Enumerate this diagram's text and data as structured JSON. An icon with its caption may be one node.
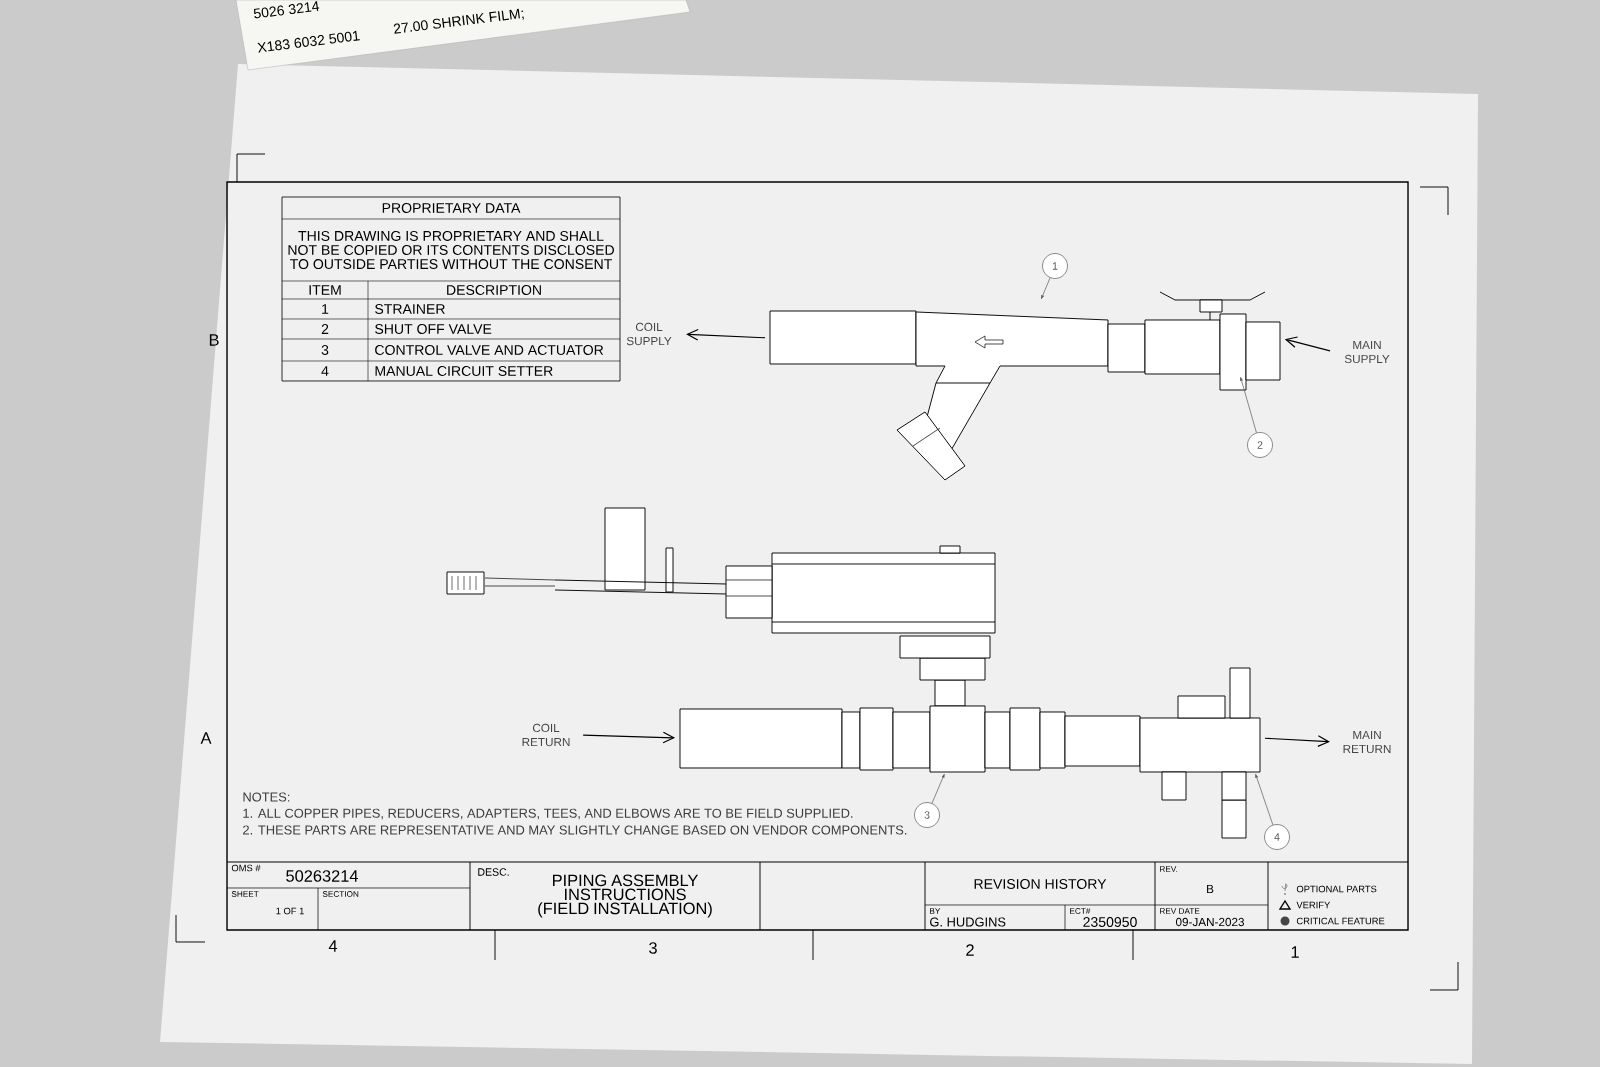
{
  "diagram": {
    "nodes": [
      {
        "text": [
          "COIL SUPPLY"
        ]
      },
      {
        "text": [],
        "shape": "picture"
      },
      {
        "text": [
          "MAIN SUPPLY"
        ]
      },
      {
        "text": [
          "COIL RETURN"
        ]
      },
      {
        "text": [],
        "shape": "picture"
      },
      {
        "text": [
          "MAIN RETURN"
        ]
      },
      {
        "text": [
          "1"
        ]
      },
      {
        "text": [
          "2"
        ]
      },
      {
        "text": [
          "3"
        ]
      },
      {
        "text": [
          "4"
        ]
      }
    ],
    "edges": [
      {
        "from": 1,
        "to": 0,
        "arrow": "to"
      },
      {
        "from": 2,
        "to": 1,
        "arrow": "to"
      },
      {
        "from": 3,
        "to": 4,
        "arrow": "to"
      },
      {
        "from": 4,
        "to": 5,
        "arrow": "to"
      },
      {
        "from": 6,
        "to": 1,
        "arrow": "to"
      },
      {
        "from": 7,
        "to": 1,
        "arrow": "to"
      },
      {
        "from": 8,
        "to": 4,
        "arrow": "to"
      },
      {
        "from": 9,
        "to": 4,
        "arrow": "to"
      }
    ],
    "labels": [
      "5026 3214",
      "27.00 SHRINK FILM;",
      "X183 6032 5001",
      "PROPRIETARY DATA",
      "THIS DRAWING IS PROPRIETARY AND SHALL NOT BE COPIED OR ITS CONTENTS DISCLOSED TO OUTSIDE PARTIES WITHOUT THE CONSENT",
      "ITEM",
      "DESCRIPTION",
      "1",
      "STRAINER",
      "2",
      "SHUT OFF VALVE",
      "3",
      "CONTROL VALVE AND ACTUATOR",
      "4",
      "MANUAL CIRCUIT SETTER",
      "B",
      "A",
      "NOTES:",
      "1. ALL COPPER PIPES, REDUCERS, ADAPTERS, TEES, AND ELBOWS ARE TO BE FIELD SUPPLIED.",
      "2. THESE PARTS ARE REPRESENTATIVE AND MAY SLIGHTLY CHANGE BASED ON VENDOR COMPONENTS.",
      "OMS #",
      "50263214",
      "SHEET",
      "1 OF 1",
      "SECTION",
      "DESC.",
      "PIPING ASSEMBLY INSTRUCTIONS (FIELD INSTALLATION)",
      "REVISION HISTORY",
      "REV.",
      "B",
      "BY",
      "G. HUDGINS",
      "ECT#",
      "2350950",
      "REV DATE",
      "09-JAN-2023",
      "4",
      "3",
      "2",
      "1"
    ],
    "legend": [
      {
        "text": "OPTIONAL PARTS"
      },
      {
        "text": "VERIFY"
      },
      {
        "text": "CRITICAL FEATURE"
      }
    ]
  }
}
